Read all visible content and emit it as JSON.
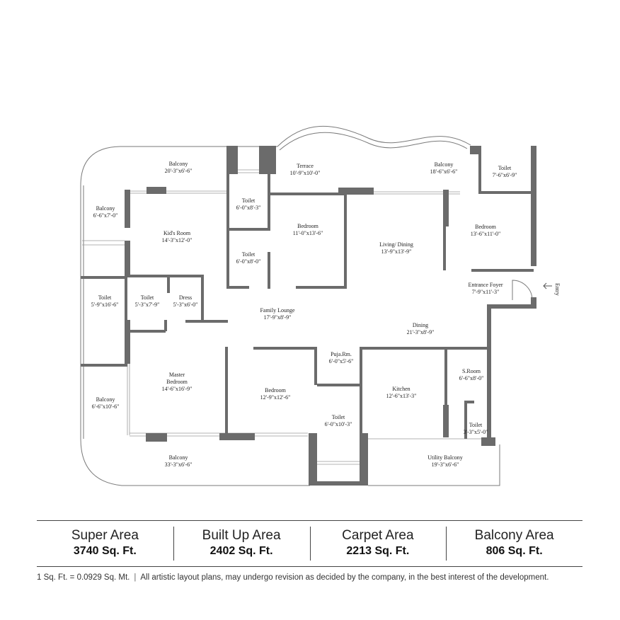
{
  "entry_label": "Entry",
  "rooms": {
    "balcony_top_left": {
      "name": "Balcony",
      "dim": "20'-3\"x6'-6\""
    },
    "terrace": {
      "name": "Terrace",
      "dim": "10'-9\"x10'-0\""
    },
    "balcony_top_right": {
      "name": "Balcony",
      "dim": "18'-6\"x6'-6\""
    },
    "toilet_top_right": {
      "name": "Toilet",
      "dim": "7'-6\"x6'-9\""
    },
    "balcony_left_upper": {
      "name": "Balcony",
      "dim": "6'-6\"x7'-0\""
    },
    "toilet_upper_center": {
      "name": "Toilet",
      "dim": "6'-0\"x8'-3\""
    },
    "kids_room": {
      "name": "Kid's Room",
      "dim": "14'-3\"x12'-0\""
    },
    "bedroom_upper": {
      "name": "Bedroom",
      "dim": "11'-0\"x13'-6\""
    },
    "living_dining": {
      "name": "Living/ Dining",
      "dim": "13'-9\"x13'-9\""
    },
    "bedroom_right": {
      "name": "Bedroom",
      "dim": "13'-6\"x11'-0\""
    },
    "toilet_mid_center": {
      "name": "Toilet",
      "dim": "6'-0\"x8'-0\""
    },
    "entrance_foyer": {
      "name": "Entrance Foyer",
      "dim": "7'-9\"x11'-3\""
    },
    "toilet_left": {
      "name": "Toilet",
      "dim": "5'-9\"x16'-6\""
    },
    "toilet_dress": {
      "name": "Toilet",
      "dim": "5'-3\"x7'-9\""
    },
    "dress": {
      "name": "Dress",
      "dim": "5'-3\"x6'-0\""
    },
    "family_lounge": {
      "name": "Family Lounge",
      "dim": "17'-9\"x8'-9\""
    },
    "dining": {
      "name": "Dining",
      "dim": "21'-3\"x8'-9\""
    },
    "puja_room": {
      "name": "Puja.Rm.",
      "dim": "6'-0\"x5'-6\""
    },
    "master_bedroom": {
      "name": "Master",
      "name2": "Bedroom",
      "dim": "14'-6\"x16'-9\""
    },
    "bedroom_lower": {
      "name": "Bedroom",
      "dim": "12'-9\"x12'-6\""
    },
    "kitchen": {
      "name": "Kitchen",
      "dim": "12'-6\"x13'-3\""
    },
    "s_room": {
      "name": "S.Room",
      "dim": "6'-6\"x8'-0\""
    },
    "balcony_left_lower": {
      "name": "Balcony",
      "dim": "6'-6\"x10'-6\""
    },
    "toilet_lower_center": {
      "name": "Toilet",
      "dim": "6'-0\"x10'-3\""
    },
    "toilet_small": {
      "name": "Toilet",
      "dim": "3'-3\"x5'-0\""
    },
    "balcony_bottom": {
      "name": "Balcony",
      "dim": "33'-3\"x6'-6\""
    },
    "utility_balcony": {
      "name": "Utility Balcony",
      "dim": "19'-3\"x6'-6\""
    }
  },
  "areas": [
    {
      "label": "Super Area",
      "value": "3740 Sq. Ft."
    },
    {
      "label": "Built Up Area",
      "value": "2402 Sq. Ft."
    },
    {
      "label": "Carpet Area",
      "value": "2213 Sq. Ft."
    },
    {
      "label": "Balcony Area",
      "value": "806 Sq. Ft."
    }
  ],
  "footnote": {
    "conversion": "1 Sq. Ft. = 0.0929 Sq. Mt.",
    "separator": "|",
    "disclaimer": "All artistic layout plans, may undergo revision as decided by the company, in the best interest of the development."
  }
}
